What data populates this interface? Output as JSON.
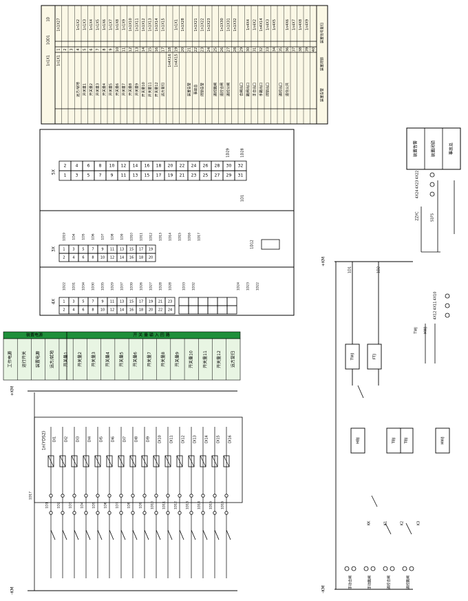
{
  "terminal_table": {
    "top_headers": [
      "1D",
      "1QD1",
      "1n1X1"
    ],
    "col1": [
      "1n1X27",
      "",
      "",
      "1n1X2",
      "1n1X3",
      "1n1X4",
      "1n1X5",
      "1n1X6",
      "1n1X7",
      "1n1X8",
      "1n1X9",
      "1n1X10",
      "1n1X11",
      "1n1X12",
      "1n1X13",
      "1n1X14",
      "1n1X15",
      "",
      "1n1X1",
      "1n1X28",
      "",
      "1n1X21",
      "1n1X22",
      "1n1X23",
      "",
      "1n1X30",
      "1n1X31",
      "1n1X32",
      "",
      "1n4X4",
      "1n4X2",
      "1n4X14",
      "1n4X3",
      "1n4X5",
      "",
      "1n4X6",
      "1n4X7",
      "1n4X8",
      "1n4X9",
      ""
    ],
    "numbers": [
      "1",
      "2",
      "3",
      "4",
      "5",
      "6",
      "7",
      "8",
      "9",
      "10",
      "11",
      "12",
      "13",
      "14",
      "15",
      "16",
      "17",
      "18",
      "19",
      "20",
      "21",
      "22",
      "23",
      "24",
      "25",
      "26",
      "27",
      "28",
      "29",
      "30",
      "31",
      "32",
      "33",
      "34",
      "35",
      "36",
      "37",
      "38",
      "39",
      "40"
    ],
    "col3": [
      "1n1X1",
      "",
      "",
      "",
      "",
      "",
      "",
      "",
      "",
      "",
      "",
      "",
      "",
      "",
      "",
      "",
      "",
      "1n4X16",
      "1n4X15",
      "",
      "",
      "",
      "",
      "",
      "",
      "",
      "",
      "",
      "",
      "",
      "",
      "",
      "",
      "",
      "",
      "",
      "",
      "",
      "",
      ""
    ],
    "labels": [
      "",
      "",
      "",
      "远方/就地",
      "开关量1",
      "开关量2",
      "开关量3",
      "开关量4",
      "开关量5",
      "开关量6",
      "开关量7",
      "开关量8",
      "开关量9",
      "开关量10",
      "开关量11",
      "开关量12",
      "远方复归",
      "",
      "",
      "",
      "装置告警",
      "事故总",
      "闭锁告警",
      "",
      "遥控跳闸",
      "遥控合闸",
      "遥控分闸",
      "",
      "合闸出口",
      "跳闸出口",
      "手合出口",
      "手跳出口",
      "闭锁出口",
      "",
      "遥控出口",
      "遥信公共",
      "",
      "",
      ""
    ],
    "right_strip": [
      "装置信号复归",
      "装置闭锁",
      "装置告警"
    ]
  },
  "terminal_panel": {
    "block_5x": {
      "name": "5X",
      "top": [
        "1",
        "2",
        "3",
        "4",
        "5",
        "6",
        "7",
        "8",
        "9",
        "10",
        "11",
        "12",
        "13",
        "14",
        "15",
        "16",
        "17",
        "18",
        "19",
        "20",
        "21",
        "22",
        "23",
        "24",
        "25",
        "26",
        "27",
        "28",
        "29",
        "30",
        "31",
        "32"
      ],
      "right_labels": [
        "1D28",
        "1D29"
      ],
      "tag": "1D1"
    },
    "block_3x": {
      "name": "3X",
      "nums": [
        "1",
        "2",
        "3",
        "4",
        "5",
        "6",
        "7",
        "8",
        "9",
        "10",
        "11",
        "12",
        "13",
        "14",
        "15",
        "16",
        "17",
        "18",
        "19",
        "20"
      ],
      "labels": [
        "1D19",
        "1D4",
        "1D5",
        "1D6",
        "1D7",
        "1D8",
        "1D9",
        "1D10",
        "1D11",
        "1D12",
        "1D13",
        "1D14",
        "1D15",
        "1D16",
        "1D17",
        "",
        ""
      ],
      "tag": "1D12"
    },
    "block_4x": {
      "name": "4X",
      "nums": [
        "1",
        "2",
        "3",
        "4",
        "5",
        "6",
        "7",
        "8",
        "9",
        "10",
        "11",
        "12",
        "13",
        "14",
        "15",
        "16",
        "17",
        "18",
        "19",
        "20",
        "21",
        "22",
        "23",
        "24"
      ],
      "labels": [
        "1D22",
        "1D31",
        "1D34",
        "1D30",
        "1D35",
        "1D29",
        "1D37",
        "1D39",
        "1D26",
        "1D27",
        "1D28",
        "1D28",
        "1D33",
        "1D32",
        "",
        "",
        "",
        "",
        "",
        "",
        "",
        "1D24",
        "1D23",
        "1D22"
      ]
    }
  },
  "signal_panel": {
    "rows": [
      "装置告警",
      "装置闭锁",
      "事故总"
    ],
    "terminals": [
      "4X22",
      "4X23",
      "4X24"
    ],
    "contact": "S1FS",
    "source": "ZZYC"
  },
  "status_table": {
    "header_left": "装置电源",
    "header_right": "开 关 量 输 入 回 路",
    "cells": [
      "工作电源",
      "运行开关",
      "装置电源",
      "远方/就地",
      "开关量1",
      "开关量2",
      "开关量3",
      "开关量4",
      "开关量5",
      "开关量6",
      "开关量7",
      "开关量8",
      "开关量9",
      "开关量10",
      "开关量11",
      "开关量12",
      "远方复归"
    ],
    "header_color": "#1f8f3a",
    "light_color": "#e8f5e3"
  },
  "input_circuit": {
    "device": "1n(YDS2)",
    "bus_top": "+KM",
    "bus_bottom": "-KM",
    "channels": [
      "DI1",
      "DI2",
      "DI3",
      "DI4",
      "DI5",
      "DI6",
      "DI7",
      "DI8",
      "DI9",
      "DI10",
      "DI11",
      "DI12",
      "DI13",
      "DI14",
      "DI15",
      "DI16"
    ],
    "bottom_terminals": [
      "1D1",
      "1D2",
      "1D3",
      "1D4",
      "1D5",
      "1D6",
      "1D7",
      "1D8",
      "1D9",
      "1D10",
      "1D11",
      "1D12",
      "1D13",
      "1D14",
      "1D15",
      "1D16",
      "1D17"
    ]
  },
  "control_circuit": {
    "bus_top": "+KM",
    "bus_bottom": "-KM",
    "top_terminals": [
      "1D1",
      "1D2"
    ],
    "coils": [
      "TWJ",
      "FTJ",
      "HBJ",
      "TBJ",
      "HWJ",
      "TBJ"
    ],
    "contacts": [
      "KK",
      "K1",
      "K2",
      "K3"
    ],
    "bottom_labels": [
      "手动合闸",
      "手动跳闸",
      "遥控合闸",
      "遥控跳闸"
    ],
    "right_terminals": [
      "4X10",
      "4X11",
      "4X12"
    ],
    "right_contacts": [
      "TWJ",
      "HWJ"
    ]
  }
}
